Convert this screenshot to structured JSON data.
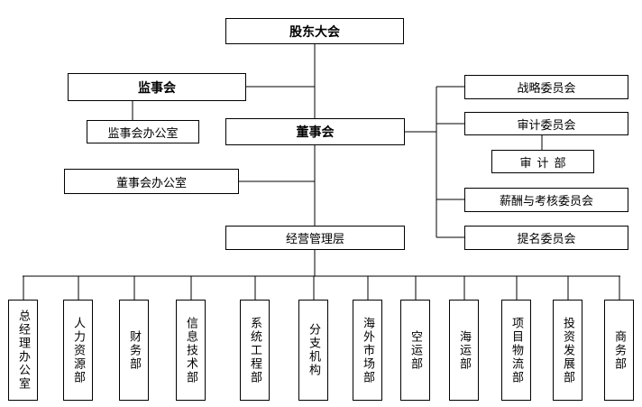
{
  "org": {
    "shareholders": "股东大会",
    "supervisory_board": "监事会",
    "supervisory_office": "监事会办公室",
    "board": "董事会",
    "board_office": "董事会办公室",
    "strategy_committee": "战略委员会",
    "audit_committee": "审计委员会",
    "audit_dept": "审计部",
    "compensation_committee": "薪酬与考核委员会",
    "nomination_committee": "提名委员会",
    "management": "经营管理层"
  },
  "departments": [
    "总经理办公室",
    "人力资源部",
    "财务部",
    "信息技术部",
    "系统工程部",
    "分支机构",
    "海外市场部",
    "空运部",
    "海运部",
    "项目物流部",
    "投资发展部",
    "商务部"
  ]
}
